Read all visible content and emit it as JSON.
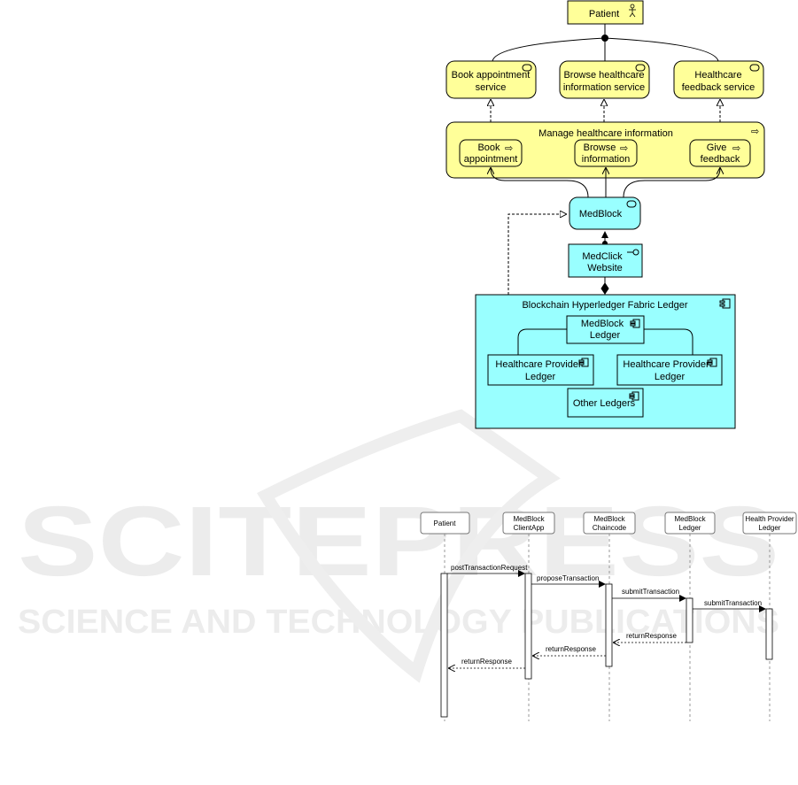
{
  "watermark": {
    "main": "SCITEPRESS",
    "sub": "SCIENCE AND TECHNOLOGY PUBLICATIONS"
  },
  "architecture": {
    "patient": "Patient",
    "services": {
      "book_1": "Book appointment",
      "book_2": "service",
      "browse_1": "Browse healthcare",
      "browse_2": "information service",
      "feedback_1": "Healthcare",
      "feedback_2": "feedback service"
    },
    "process": {
      "title": "Manage healthcare information",
      "book_1": "Book",
      "book_2": "appointment",
      "browse_1": "Browse",
      "browse_2": "information",
      "give_1": "Give",
      "give_2": "feedback"
    },
    "medblock": "MedBlock",
    "website_1": "MedClick",
    "website_2": "Website",
    "ledger": {
      "title": "Blockchain Hyperledger Fabric Ledger",
      "medblock_1": "MedBlock",
      "medblock_2": "Ledger",
      "provider_a_1": "Healthcare Provider",
      "provider_a_2": "Ledger",
      "provider_b_1": "Healthcare Provider",
      "provider_b_2": "Ledger",
      "other": "Other Ledgers"
    },
    "colors": {
      "business": "#ffff99",
      "application": "#99ffff",
      "stroke": "#000000"
    }
  },
  "sequence": {
    "actors": {
      "patient": "Patient",
      "client_1": "MedBlock",
      "client_2": "ClientApp",
      "chaincode_1": "MedBlock",
      "chaincode_2": "Chaincode",
      "ledger_1": "MedBlock",
      "ledger_2": "Ledger",
      "provider_1": "Health Provider",
      "provider_2": "Ledger"
    },
    "messages": {
      "m1": "postTransactionRequest",
      "m2": "proposeTransaction",
      "m3": "submitTransaction",
      "m4": "submitTransaction",
      "r1": "returnResponse",
      "r2": "returnResponse",
      "r3": "returnResponse"
    }
  }
}
